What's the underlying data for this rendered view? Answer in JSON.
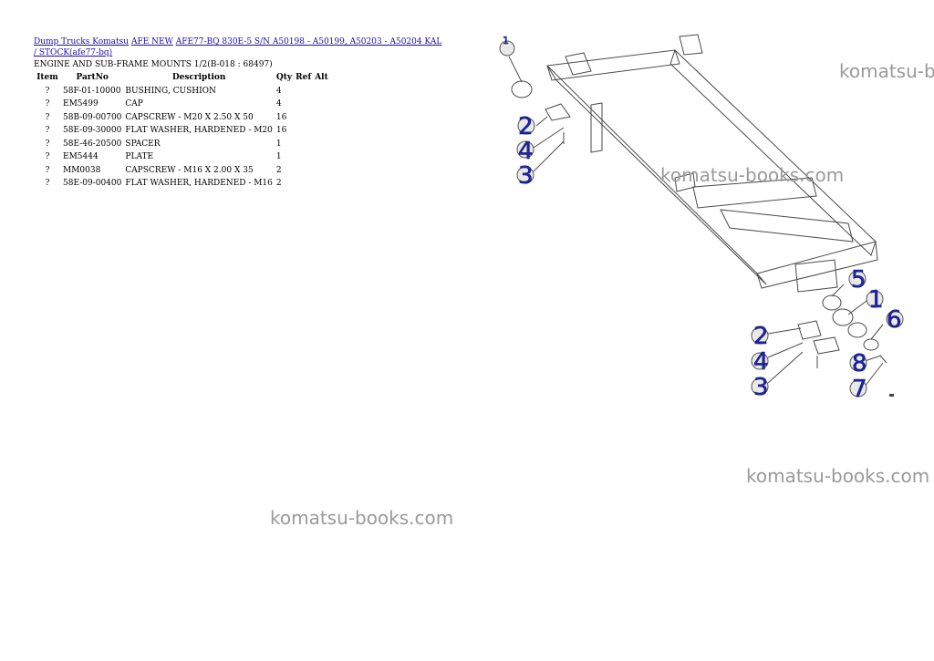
{
  "breadcrumb": {
    "links": [
      "Dump Trucks Komatsu",
      "AFE NEW",
      "AFE77-BQ 830E-5 S/N A50198 - A50199, A50203 - A50204 KAL / STOCK(afe77-bq)"
    ]
  },
  "section_title": "ENGINE AND SUB-FRAME MOUNTS 1/2(B-018 : 68497)",
  "table": {
    "headers": [
      "Item",
      "PartNo",
      "Description",
      "Qty",
      "Ref",
      "Alt"
    ],
    "rows": [
      {
        "item": "?",
        "partno": "58F-01-10000",
        "description": "BUSHING, CUSHION",
        "qty": "4",
        "ref": "",
        "alt": ""
      },
      {
        "item": "?",
        "partno": "EM5499",
        "description": "CAP",
        "qty": "4",
        "ref": "",
        "alt": ""
      },
      {
        "item": "?",
        "partno": "58B-09-00700",
        "description": "CAPSCREW - M20 X 2.50 X 50",
        "qty": "16",
        "ref": "",
        "alt": ""
      },
      {
        "item": "?",
        "partno": "58E-09-30000",
        "description": "FLAT WASHER, HARDENED - M20",
        "qty": "16",
        "ref": "",
        "alt": ""
      },
      {
        "item": "?",
        "partno": "58E-46-20500",
        "description": "SPACER",
        "qty": "1",
        "ref": "",
        "alt": ""
      },
      {
        "item": "?",
        "partno": "EM5444",
        "description": "PLATE",
        "qty": "1",
        "ref": "",
        "alt": ""
      },
      {
        "item": "?",
        "partno": "MM0038",
        "description": "CAPSCREW - M16 X 2.00 X 35",
        "qty": "2",
        "ref": "",
        "alt": ""
      },
      {
        "item": "?",
        "partno": "58E-09-00400",
        "description": "FLAT WASHER, HARDENED - M16",
        "qty": "2",
        "ref": "",
        "alt": ""
      }
    ]
  },
  "diagram": {
    "callouts": [
      "1",
      "2",
      "4",
      "3",
      "5",
      "1",
      "6",
      "2",
      "4",
      "3",
      "8",
      "7"
    ]
  },
  "watermarks": [
    "komatsu-books.com",
    "komatsu-books.com",
    "komatsu-books.com",
    "komatsu-books.com"
  ],
  "colors": {
    "link": "#1a0dab",
    "callout": "#1f27a8",
    "watermark": "#9a9a9a"
  }
}
